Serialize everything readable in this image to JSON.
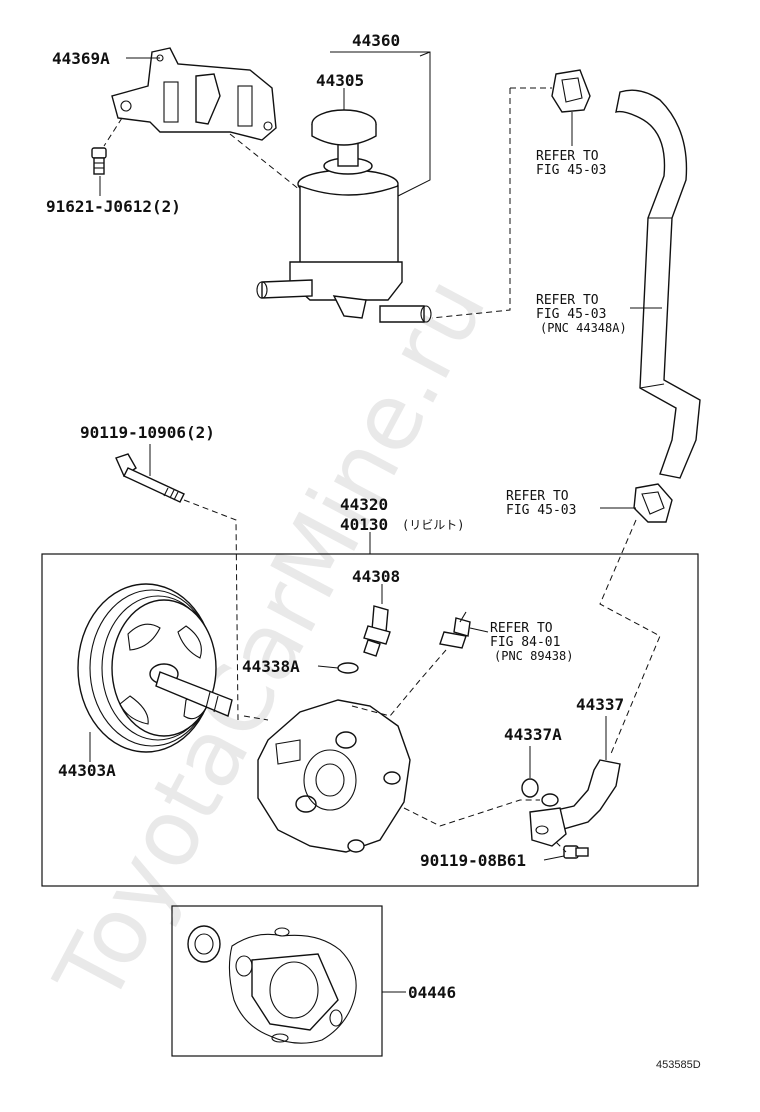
{
  "watermark": "ToyotaCarMine.ru",
  "diagram_id": "453585D",
  "labels": {
    "p44369A": "44369A",
    "p44360": "44360",
    "p44305": "44305",
    "p91621": "91621-J0612(2)",
    "ref1_a": "REFER TO",
    "ref1_b": "FIG 45-03",
    "ref2_a": "REFER TO",
    "ref2_b": "FIG 45-03",
    "ref2_c": "(PNC 44348A)",
    "p90119_10906": "90119-10906(2)",
    "p44320": "44320",
    "p40130": "40130",
    "p40130_note": "(リビルト)",
    "ref3_a": "REFER TO",
    "ref3_b": "FIG 45-03",
    "p44308": "44308",
    "ref4_a": "REFER TO",
    "ref4_b": "FIG 84-01",
    "ref4_c": "(PNC 89438)",
    "p44338A": "44338A",
    "p44337": "44337",
    "p44337A": "44337A",
    "p44303A": "44303A",
    "p90119_08B61": "90119-08B61",
    "p04446": "04446"
  }
}
